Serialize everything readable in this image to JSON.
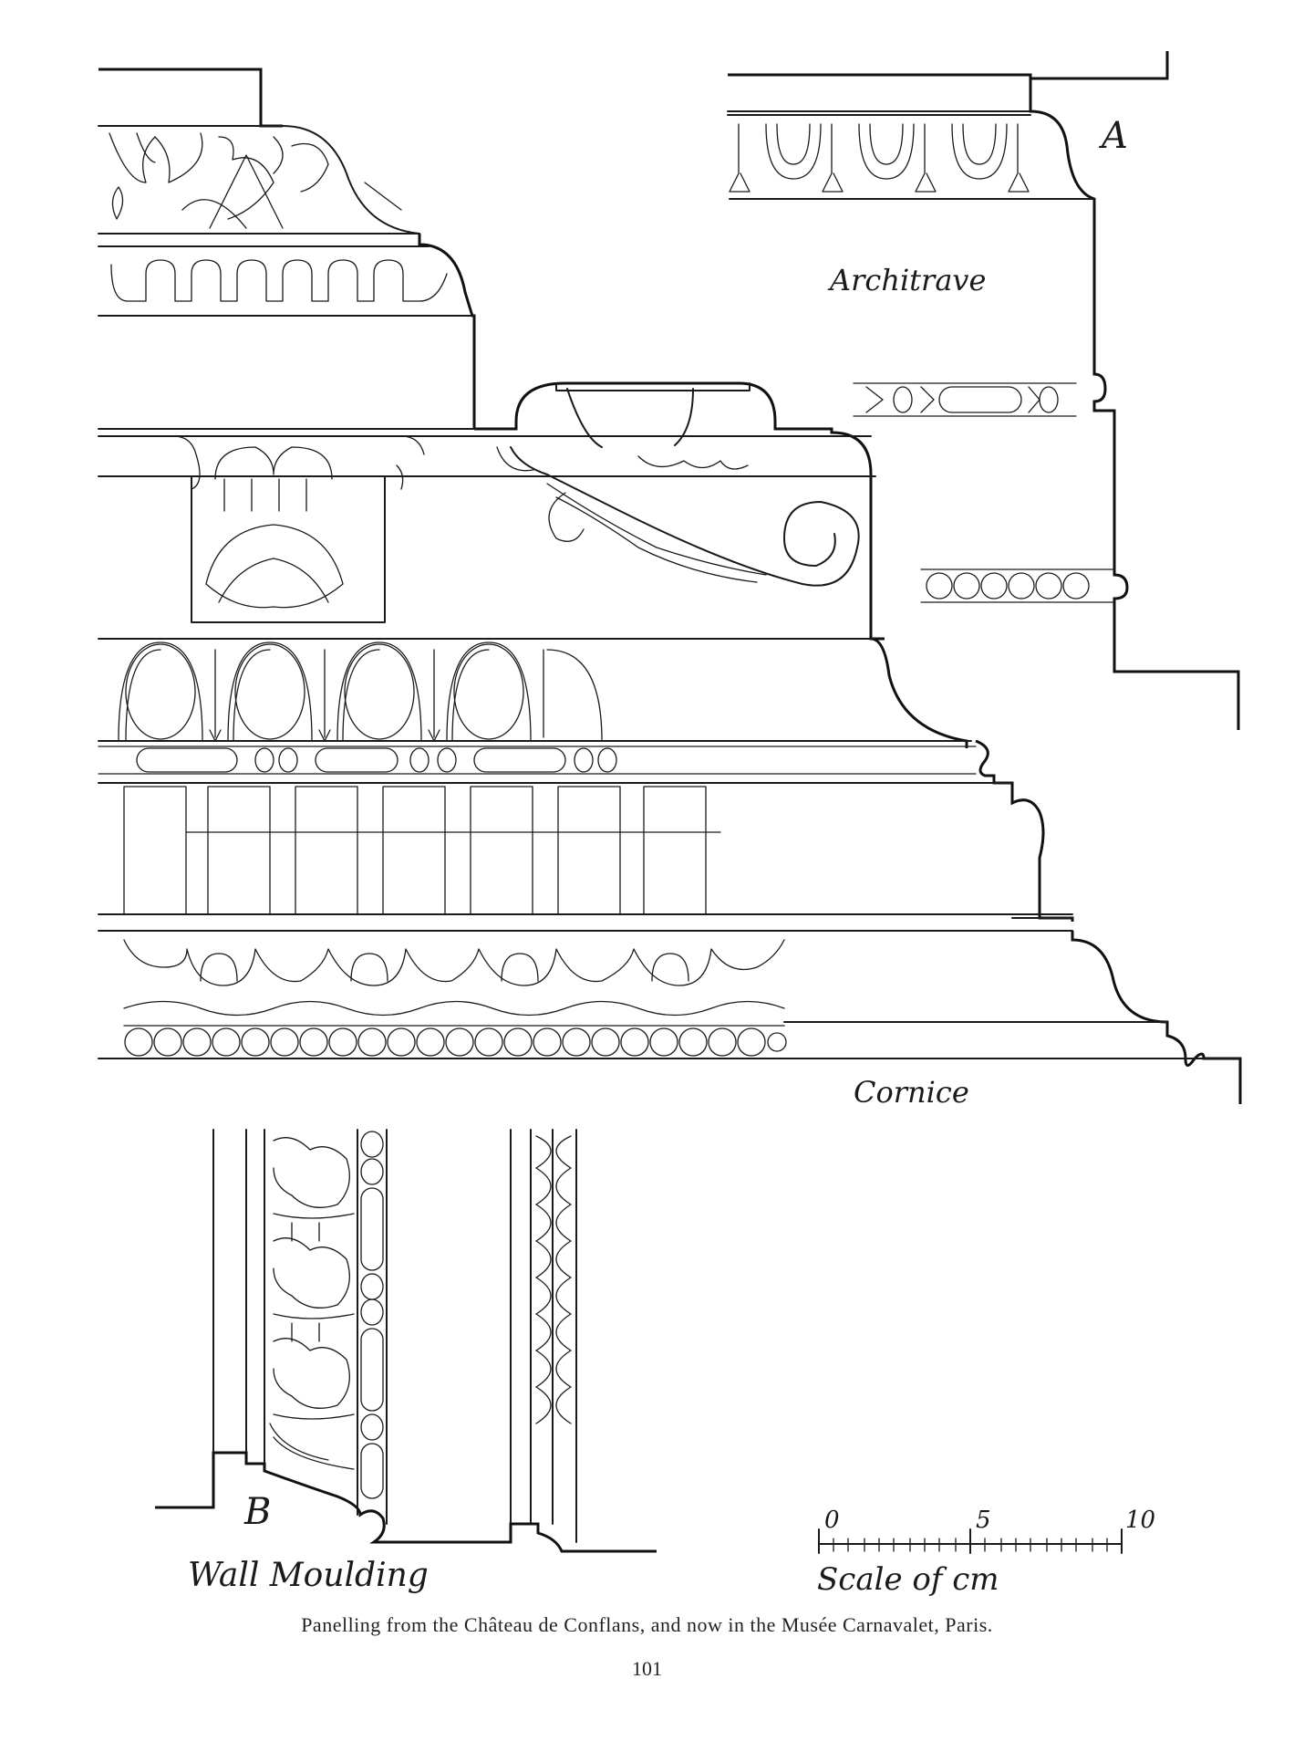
{
  "labels": {
    "marker_a": "A",
    "architrave": "Architrave",
    "cornice": "Cornice",
    "marker_b": "B",
    "wall_moulding": "Wall Moulding"
  },
  "scale": {
    "title": "Scale of cm",
    "ticks": [
      "0",
      "5",
      "10"
    ]
  },
  "caption": "Panelling from the Château de Conflans, and now in the Musée Carnavalet, Paris.",
  "page_number": "101"
}
